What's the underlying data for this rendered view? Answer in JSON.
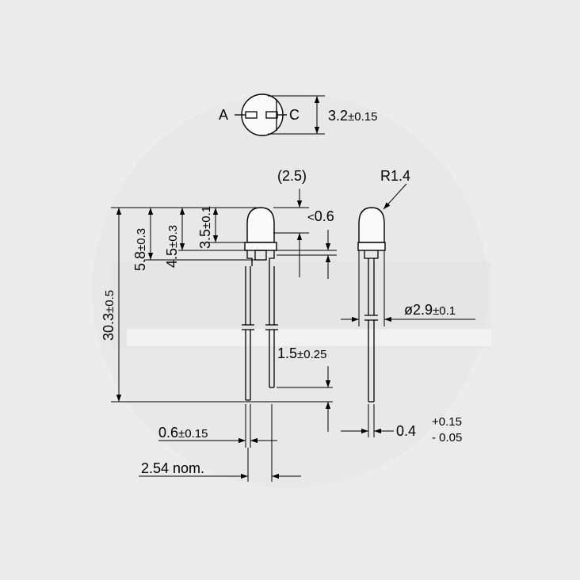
{
  "labels": {
    "anode": "A",
    "cathode": "C",
    "diameter_top_view": "3.2",
    "diameter_top_view_tol": "±0.15",
    "lead_pitch_ref": "(2.5)",
    "tip_radius": "R1.4",
    "flat_depth": "0.6",
    "lens_height": "3.5",
    "lens_height_tol": "±0.1",
    "body_height_a": "4.5",
    "body_height_a_tol": "±0.3",
    "body_height_b": "5.8",
    "body_height_b_tol": "±0.3",
    "overall_length": "30.3",
    "overall_length_tol": "±0.5",
    "body_diameter": "ø2.9",
    "body_diameter_tol": "±0.1",
    "lead_difference": "1.5",
    "lead_difference_tol": "±0.25",
    "lead_width": "0.6",
    "lead_width_tol": "±0.15",
    "lead_spacing": "2.54 nom.",
    "lead_thickness": "0.4",
    "lead_thickness_tol_plus": "+0.15",
    "lead_thickness_tol_minus": "- 0.05"
  }
}
